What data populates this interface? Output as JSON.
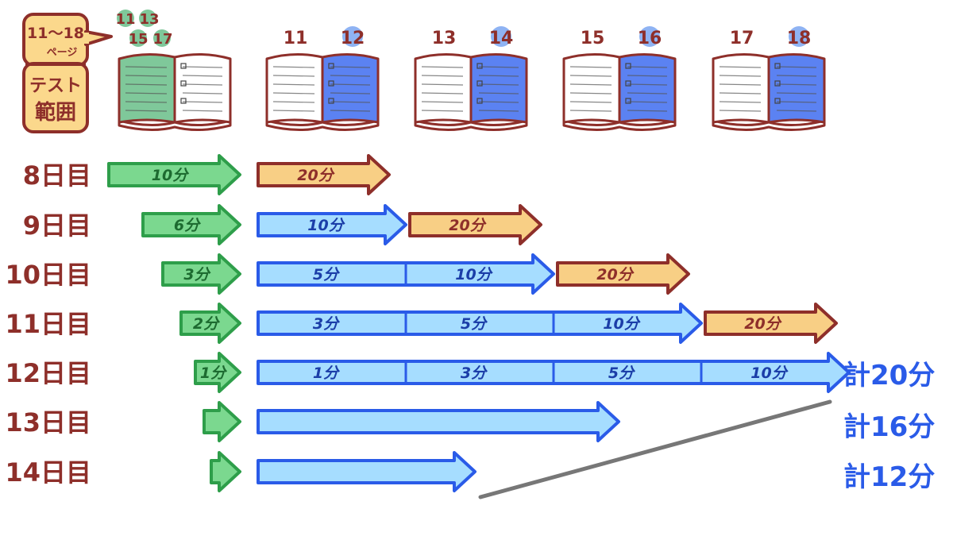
{
  "test_range": {
    "range_label": "11〜18",
    "page_label": "ページ",
    "title_line1": "テスト",
    "title_line2": "範囲",
    "pages_row1": [
      "11",
      "13"
    ],
    "pages_row2": [
      "15",
      "17"
    ]
  },
  "spreads": [
    {
      "left_page": "11",
      "right_page": "12"
    },
    {
      "left_page": "13",
      "right_page": "14"
    },
    {
      "left_page": "15",
      "right_page": "16"
    },
    {
      "left_page": "17",
      "right_page": "18"
    }
  ],
  "days": [
    {
      "label": "8日目",
      "review": "10分",
      "blue": [],
      "new": "20分"
    },
    {
      "label": "9日目",
      "review": "6分",
      "blue": [
        "10分"
      ],
      "new": "20分"
    },
    {
      "label": "10日目",
      "review": "3分",
      "blue": [
        "5分",
        "10分"
      ],
      "new": "20分"
    },
    {
      "label": "11日目",
      "review": "2分",
      "blue": [
        "3分",
        "5分",
        "10分"
      ],
      "new": "20分"
    },
    {
      "label": "12日目",
      "review": "1分",
      "blue": [
        "1分",
        "3分",
        "5分",
        "10分"
      ],
      "new": ""
    },
    {
      "label": "13日目",
      "review": "",
      "blue": [],
      "new": ""
    },
    {
      "label": "14日目",
      "review": "",
      "blue": [],
      "new": ""
    }
  ],
  "totals": [
    "計20分",
    "計16分",
    "計12分"
  ],
  "colors": {
    "green_fill": "#7bd88f",
    "green_stroke": "#2e9e4a",
    "blue_fill": "#a6ddff",
    "blue_stroke": "#2a5be8",
    "orange_fill": "#f8cf85",
    "orange_stroke": "#8e2f2a",
    "label_red": "#8e2f2a",
    "total_blue": "#2a5be8",
    "box_fill": "#fbd88c",
    "page_blue": "#5b82f2",
    "page_green": "#7fc89a",
    "badge_blue": "#8fb3f3"
  }
}
